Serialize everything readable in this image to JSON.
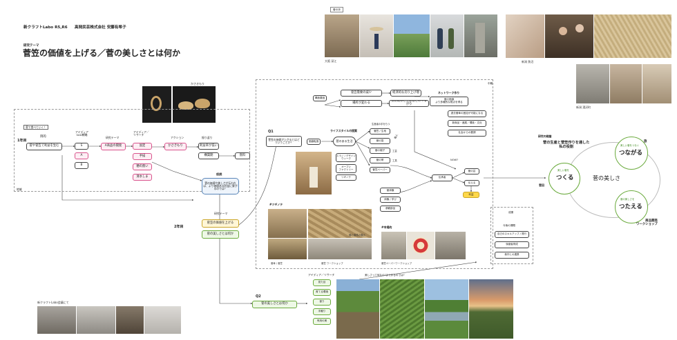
{
  "header": {
    "program": "新クラフトLabo R5,R6",
    "author": "高岡民芸株式会社 安藤有希子",
    "theme_label": "研究テーマ",
    "theme_title": "菅笠の価値を上げる／菅の美しさとは何か"
  },
  "photo_captions": {
    "top_tag": "菅の涼",
    "osaka": "大阪 深江",
    "niigata1": "新潟 魚沼",
    "niigata2": "新潟 湯沢町",
    "kasa": "かさきもり",
    "labo": "新クラフトLabo会議にて",
    "tsugite": "#ツギノテ",
    "ichiba": "#市場的",
    "sugakasa_ws": "菅傘 / 菅笠",
    "goods": "菅の道具の展示",
    "ws1": "菅笠 ワークショップ",
    "ws2": "菅笠ペーパーワークショップ"
  },
  "year1": {
    "label": "1年目",
    "note": "菅で食べていく！",
    "goal_label": "目的",
    "goal": "菅や菅笠で利益を生む",
    "frame_tag": "地域",
    "sad_label": "アイディア\nSAD戦略",
    "sad_items": [
      "S",
      "A",
      "B"
    ],
    "theme_label": "研究テーマ",
    "theme": "A商品の開発",
    "idea_label": "アイディア／\nリサーチ",
    "ideas": [
      "固定",
      "手描",
      "穂の無い",
      "清水しま"
    ],
    "action_label": "アクション",
    "action": "かさきもり",
    "review_label": "振り返り",
    "review": [
      "利益率が低い",
      "構築期",
      "無料"
    ]
  },
  "hypothesis": {
    "label": "仮説",
    "text": "菅の価値や美しさが伝われば、より価値ある利益に繋がるのでは？"
  },
  "year2": {
    "label": "2年目",
    "theme_label": "研究テーマ",
    "themes": [
      "菅笠の価値を上げる",
      "菅の美しさとは何か"
    ]
  },
  "q1": {
    "label": "Q1",
    "question": "菅笠の価値が上がるとはどういうことか？",
    "middle_tag": "中範",
    "top_nodes": [
      "菅笠需要の減少",
      "経済的な売り上げ増",
      "場所が変わる",
      "技術継承と生産者とのつながり"
    ],
    "kouzo": "構造要因",
    "network_label": "ネットワーク作り",
    "network": "菅の価値\nより多種的な視点を得る",
    "network_items": [
      "過去菅傘の固定が可能になる",
      "新商品・進展／環境・文化",
      "社会からの要請"
    ],
    "value_label": "価値転換",
    "lifestyle_label": "ライフスタイルの提案",
    "lifestyle": "菅のある生活",
    "lifestyle_items": [
      "エラノ / デザイン\nウィーク",
      "オープン\nファクトリー",
      "ツギノテ"
    ],
    "use_label": "生産者の手をもつ",
    "uses": [
      "菅笠 / 生地",
      "菅の箒",
      "菅の帽子",
      "菅の帯",
      "菅笠ペーパー"
    ],
    "shokunin": "職人",
    "side_small": [
      "工芸",
      "工具"
    ],
    "experience": [
      "菅体験",
      "体験 / 学び",
      "参観部品"
    ],
    "now_label": "NOW?",
    "results": [
      "伝承者",
      "産地 / 生産",
      "菅の芸",
      "伝える",
      "利益"
    ],
    "future_label": "自らの"
  },
  "q2": {
    "label": "Q2",
    "question": "菅の美しさとは何か",
    "idea_label": "アイディア／リサーチ",
    "ideas": [
      "見た目",
      "育てる環境",
      "香り",
      "手触り",
      "有用の美"
    ],
    "link_text": "美しさって何なの?まで作るのでは?"
  },
  "results_box": {
    "tag": "成果",
    "items": [
      "今後の課題",
      "自己のスキルアップ / 発行",
      "後継者育成",
      "新作との連携"
    ]
  },
  "role": {
    "label": "研究の総論",
    "title": "菅の生産と菅笠作りを通した\n私の役割",
    "center": "菅の美しさ",
    "make_sub": "美しい菅を",
    "make": "つくる",
    "connect_sub": "美しい菅をつなぐ",
    "connect": "つながる",
    "convey_sub": "菅の美しさを",
    "convey": "つたえる",
    "tag_sugata": "菅田",
    "tag_tabi": "旅",
    "tag_shop": "商品開発\nワークショップ"
  },
  "colors": {
    "pink": "#d9538c",
    "blue": "#5a86b8",
    "green": "#6aaa3c",
    "yellow": "#ffd84a"
  }
}
